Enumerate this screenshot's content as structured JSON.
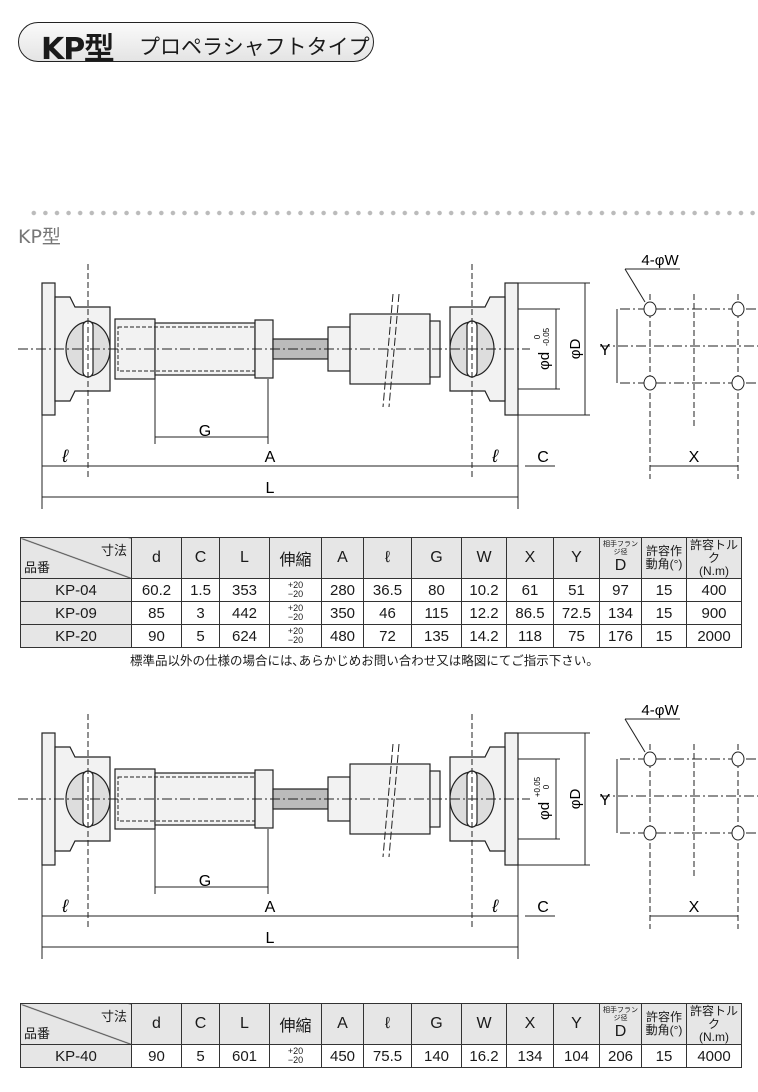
{
  "header": {
    "model": "KP型",
    "subtitle": "プロペラシャフトタイプ"
  },
  "section_title": "KP型",
  "diagram1": {
    "holes_label": "4-φW",
    "d_label": "φd",
    "d_tol_upper": "0",
    "d_tol_lower": "-0.05",
    "D_label": "φD",
    "Y": "Y",
    "X": "X",
    "G": "G",
    "A": "A",
    "L": "L",
    "l_left": "ℓ",
    "l_right": "ℓ",
    "C": "C"
  },
  "diagram2": {
    "holes_label": "4-φW",
    "d_label": "φd",
    "d_tol_upper": "+0.05",
    "d_tol_lower": "0",
    "D_label": "φD",
    "Y": "Y",
    "X": "X",
    "G": "G",
    "A": "A",
    "L": "L",
    "l_left": "ℓ",
    "l_right": "ℓ",
    "C": "C"
  },
  "table_header": {
    "dim": "寸法",
    "part": "品番",
    "cols": [
      "d",
      "C",
      "L",
      "伸縮",
      "A",
      "ℓ",
      "G",
      "W",
      "X",
      "Y"
    ],
    "flange_small": "相手フランジ径",
    "flange": "D",
    "angle1": "許容作",
    "angle2": "動角(°)",
    "torque1": "許容トルク",
    "torque2": "(N.m)"
  },
  "table1": [
    {
      "name": "KP-04",
      "d": "60.2",
      "C": "1.5",
      "L": "353",
      "tol_up": "+20",
      "tol_dn": "−20",
      "A": "280",
      "l": "36.5",
      "G": "80",
      "W": "10.2",
      "X": "61",
      "Y": "51",
      "D": "97",
      "angle": "15",
      "torque": "400"
    },
    {
      "name": "KP-09",
      "d": "85",
      "C": "3",
      "L": "442",
      "tol_up": "+20",
      "tol_dn": "−20",
      "A": "350",
      "l": "46",
      "G": "115",
      "W": "12.2",
      "X": "86.5",
      "Y": "72.5",
      "D": "134",
      "angle": "15",
      "torque": "900"
    },
    {
      "name": "KP-20",
      "d": "90",
      "C": "5",
      "L": "624",
      "tol_up": "+20",
      "tol_dn": "−20",
      "A": "480",
      "l": "72",
      "G": "135",
      "W": "14.2",
      "X": "118",
      "Y": "75",
      "D": "176",
      "angle": "15",
      "torque": "2000"
    }
  ],
  "note": "標準品以外の仕様の場合には､あらかじめお問い合わせ又は略図にてご指示下さい。",
  "table2": [
    {
      "name": "KP-40",
      "d": "90",
      "C": "5",
      "L": "601",
      "tol_up": "+20",
      "tol_dn": "−20",
      "A": "450",
      "l": "75.5",
      "G": "140",
      "W": "16.2",
      "X": "134",
      "Y": "104",
      "D": "206",
      "angle": "15",
      "torque": "4000"
    }
  ]
}
